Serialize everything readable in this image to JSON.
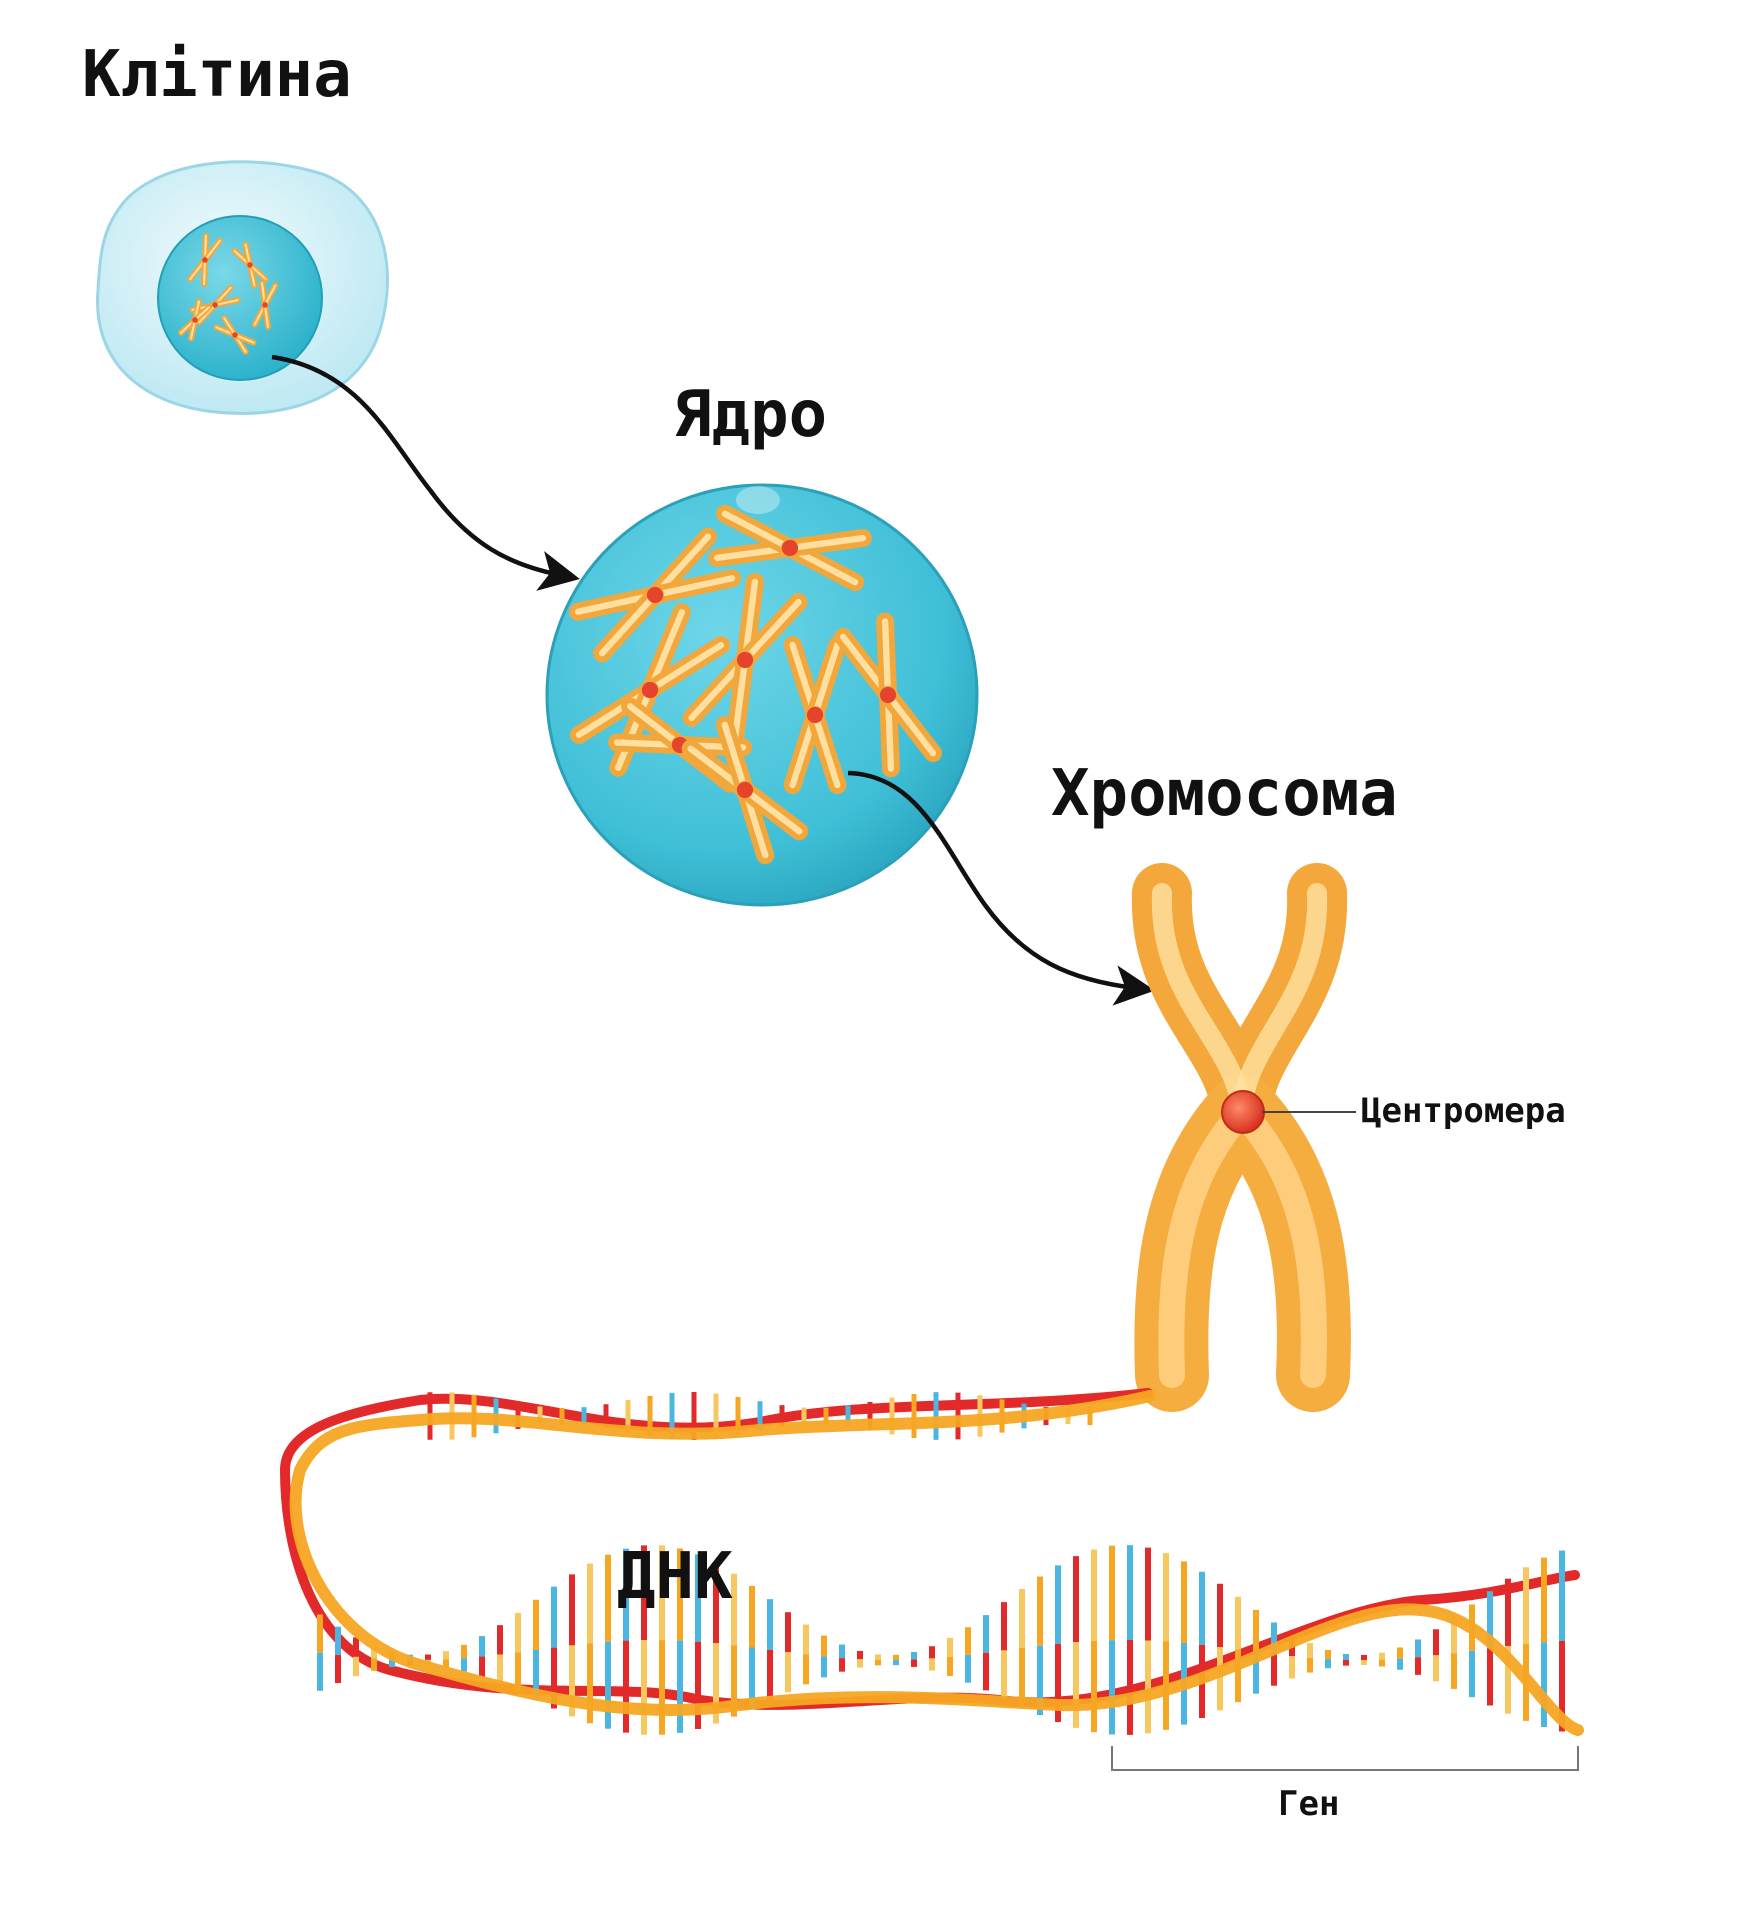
{
  "labels": {
    "cell": "Клітина",
    "nucleus": "Ядро",
    "chromosome": "Хромосома",
    "centromere": "Центромера",
    "dna": "ДНК",
    "gene": "Ген"
  },
  "colors": {
    "cell_fill": "#d9f3f8",
    "nucleus_fill": "#49c6dc",
    "chromosome": "#f7b84d",
    "centromere": "#e8432e",
    "dna_orange": "#f5a623",
    "dna_red": "#e32a2a",
    "base_blue": "#4bb7e0",
    "arrow": "#111111"
  }
}
